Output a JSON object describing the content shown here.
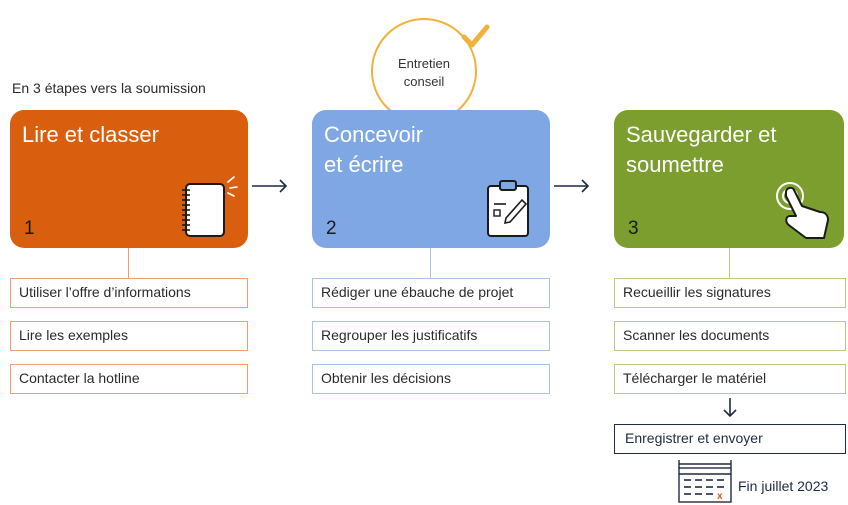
{
  "intro": "En 3 étapes vers la soumission",
  "advice": {
    "label": "Entretien\nconseil"
  },
  "steps": [
    {
      "title": "Lire et classer",
      "number": "1",
      "color": "#d95f0e",
      "tasks": [
        "Utiliser l’offre d’informations",
        "Lire les exemples",
        "Contacter la hotline"
      ]
    },
    {
      "title": "Concevoir\net écrire",
      "number": "2",
      "color": "#7ea7e3",
      "tasks": [
        "Rédiger une ébauche de projet",
        "Regrouper les justificatifs",
        "Obtenir les décisions"
      ]
    },
    {
      "title": "Sauvegarder et\nsoumettre",
      "number": "3",
      "color": "#7b9e2e",
      "tasks": [
        "Recueillir les signatures",
        "Scanner les documents",
        "Télécharger le matériel"
      ]
    }
  ],
  "final_action": "Enregistrer et envoyer",
  "deadline": "Fin juillet 2023",
  "icons": [
    "notebook-icon",
    "clipboard-pen-icon",
    "touch-hand-icon",
    "checkmark-icon",
    "calendar-icon",
    "arrow-right-icon",
    "arrow-down-icon"
  ]
}
